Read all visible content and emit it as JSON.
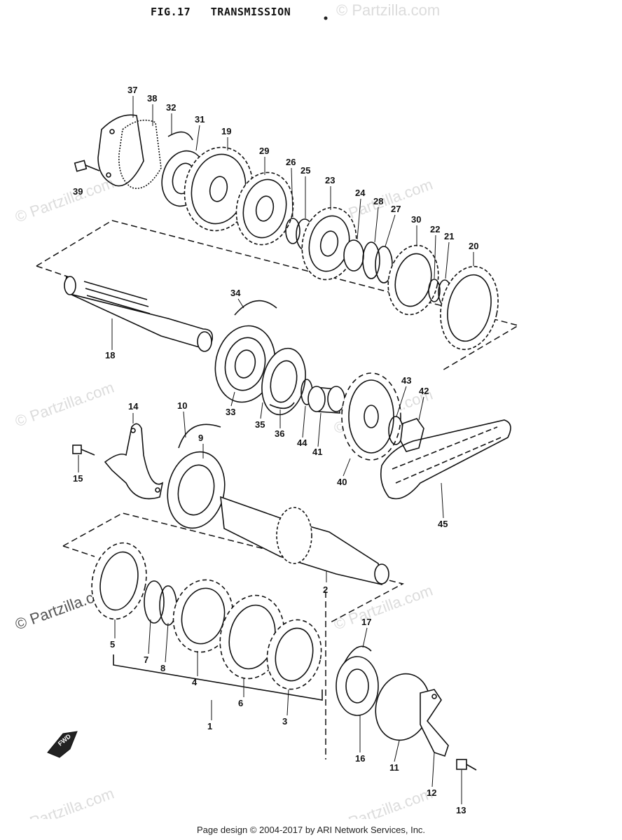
{
  "header": {
    "title": "FIG.17   TRANSMISSION"
  },
  "footer": {
    "text": "Page design © 2004-2017 by ARI Network Services, Inc."
  },
  "watermark": {
    "text": "© Partzilla.com",
    "color": "#dcdcdc"
  },
  "fwd_label": "FWD",
  "callouts": [
    "1",
    "2",
    "3",
    "4",
    "5",
    "6",
    "7",
    "8",
    "9",
    "10",
    "11",
    "12",
    "13",
    "14",
    "15",
    "16",
    "17",
    "18",
    "19",
    "20",
    "21",
    "22",
    "23",
    "24",
    "25",
    "26",
    "27",
    "28",
    "29",
    "30",
    "31",
    "32",
    "33",
    "34",
    "35",
    "36",
    "37",
    "38",
    "39",
    "40",
    "41",
    "42",
    "43",
    "44",
    "45"
  ]
}
